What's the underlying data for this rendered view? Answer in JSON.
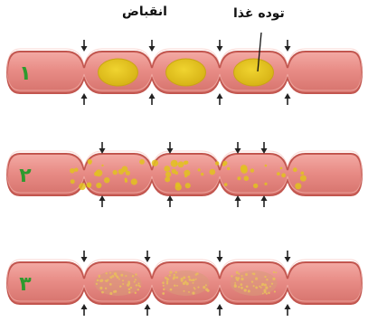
{
  "labels": {
    "food_mass": "توده غذا",
    "contraction": "انقباض"
  },
  "tubes": [
    {
      "number": "۱",
      "state": "lumps"
    },
    {
      "number": "۲",
      "state": "scattered"
    },
    {
      "number": "۳",
      "state": "mixed"
    }
  ],
  "colors": {
    "tube_fill": "#e88c86",
    "tube_outline": "#c2564f",
    "tube_highlight": "#f6bcb6",
    "food": "#e2c21e",
    "food_edge": "#c9a514",
    "number": "#2e9a2e",
    "arrow": "#222222"
  }
}
